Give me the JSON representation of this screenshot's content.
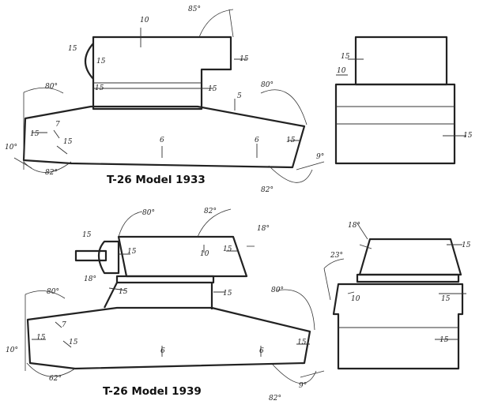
{
  "models": [
    {
      "title": "T-26 Model 1933",
      "side_labels": [
        "85°",
        "80°",
        "80°",
        "10",
        "15",
        "15",
        "15",
        "15",
        "15",
        "5",
        "7",
        "6",
        "6",
        "15",
        "15",
        "15",
        "10°",
        "82°",
        "9°",
        "82°"
      ],
      "front_labels": [
        "15",
        "10",
        "15"
      ]
    },
    {
      "title": "T-26 Model 1939",
      "side_labels": [
        "80°",
        "82°",
        "15",
        "15",
        "18°",
        "10",
        "15",
        "18°",
        "15",
        "15",
        "80°",
        "80°",
        "7",
        "15",
        "15",
        "6",
        "6",
        "15",
        "10°",
        "62°",
        "9°",
        "82°"
      ],
      "front_labels": [
        "18°",
        "15",
        "23°",
        "10",
        "15",
        "15"
      ]
    }
  ]
}
